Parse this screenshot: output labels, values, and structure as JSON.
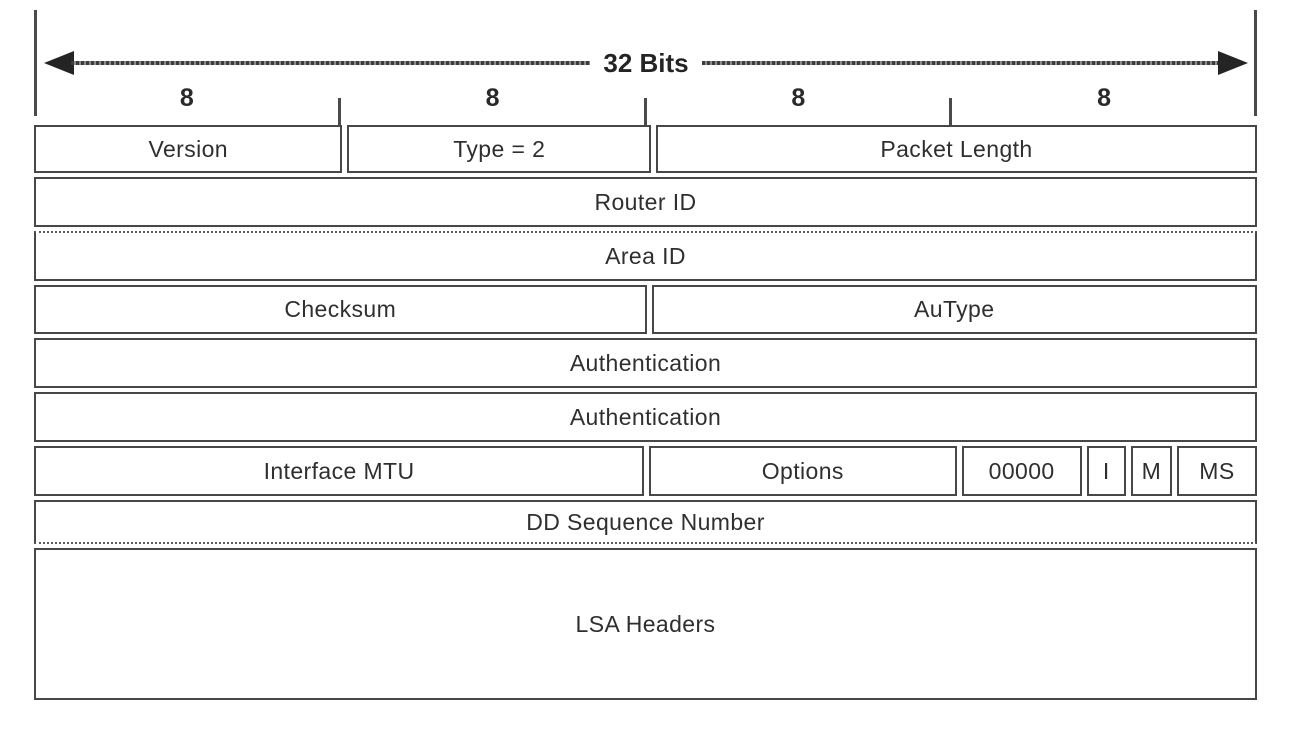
{
  "ruler": {
    "bits_label": "32 Bits",
    "col_labels": [
      "8",
      "8",
      "8",
      "8"
    ]
  },
  "fields": {
    "version": "Version",
    "type": "Type = 2",
    "packet_length": "Packet Length",
    "router_id": "Router ID",
    "area_id": "Area ID",
    "checksum": "Checksum",
    "autype": "AuType",
    "authentication_1": "Authentication",
    "authentication_2": "Authentication",
    "interface_mtu": "Interface MTU",
    "options": "Options",
    "reserved_bits": "00000",
    "i_flag": "I",
    "m_flag": "M",
    "ms_flag": "MS",
    "dd_sequence_number": "DD Sequence Number",
    "lsa_headers": "LSA Headers"
  },
  "colors": {
    "border": "#474747",
    "text": "#2f2f2f",
    "background": "#ffffff"
  }
}
